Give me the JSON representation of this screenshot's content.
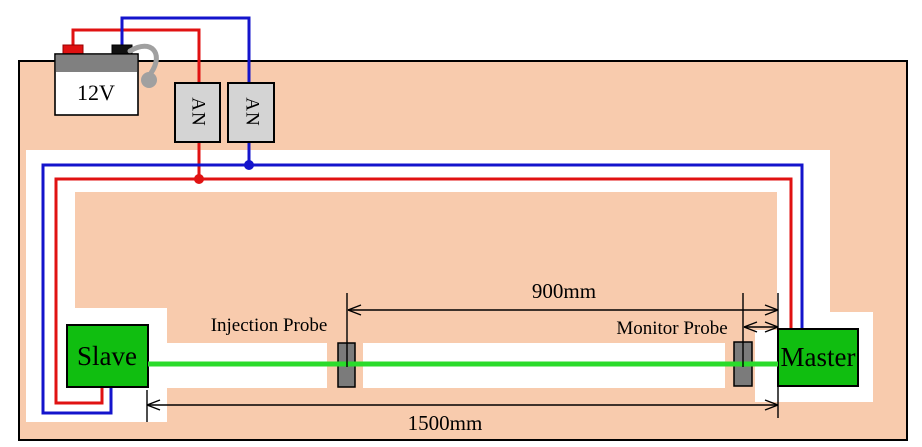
{
  "diagram": {
    "type": "test-setup-schematic",
    "description": "Bench diagram: 12V battery feeding two artificial networks (AN), red/blue supply harness routed around a channel to Slave and Master units joined by a green bus wire with injection and monitor probes"
  },
  "labels": {
    "battery": "12V",
    "an1": "AN",
    "an2": "AN",
    "slave": "Slave",
    "master": "Master",
    "injection_probe": "Injection Probe",
    "monitor_probe": "Monitor Probe",
    "dim_900": "900mm",
    "dim_1500": "1500mm"
  },
  "colors": {
    "peach": "#F8CBAD",
    "white": "#FFFFFF",
    "wire_red": "#E01212",
    "wire_blue": "#1414CC",
    "wire_green": "#2BDB2B",
    "box_green": "#10BE10",
    "probe_gray": "#7B7B7B",
    "an_gray": "#D4D4D4",
    "battery_gray": "#808080",
    "cable_gray": "#A0A0A0",
    "line_black": "#000000"
  }
}
